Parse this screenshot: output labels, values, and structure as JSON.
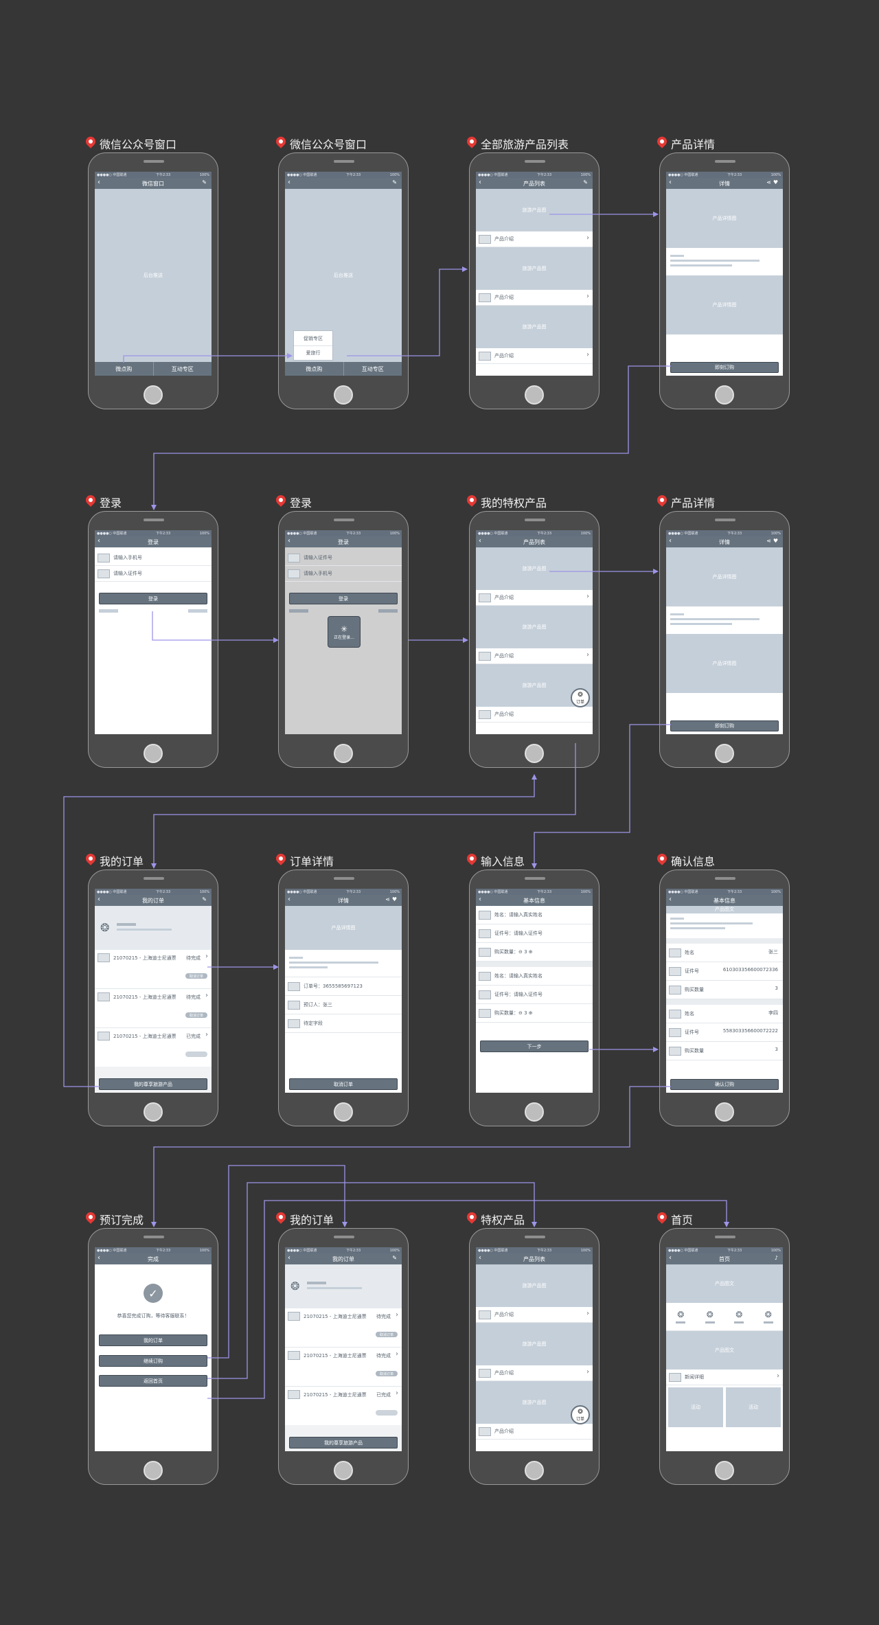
{
  "screens": {
    "s1": {
      "label": "微信公众号窗口",
      "status": {
        "carrier": "●●●●○ 中国联通",
        "time": "下午2:33",
        "battery": "100%"
      },
      "nav_title": "微信窗口",
      "main_text": "后台推送",
      "tabs": [
        "微点购",
        "互动专区"
      ]
    },
    "s2": {
      "label": "微信公众号窗口",
      "status": {
        "carrier": "●●●●○ 中国联通",
        "time": "下午2:33",
        "battery": "100%"
      },
      "main_text": "后台推送",
      "popup": [
        "促销专区",
        "爱旅行"
      ],
      "tabs": [
        "微点购",
        "互动专区"
      ]
    },
    "s3": {
      "label": "全部旅游产品列表",
      "status": {
        "carrier": "●●●●○ 中国联通",
        "time": "下午2:33",
        "battery": "100%"
      },
      "nav_title": "产品列表",
      "ph": "旅游产品图",
      "row": "产品介绍"
    },
    "s4": {
      "label": "产品详情",
      "status": {
        "carrier": "●●●●○ 中国联通",
        "time": "下午2:33",
        "battery": "100%"
      },
      "nav_title": "详情",
      "ph": "产品详情图",
      "btn": "即刻订购"
    },
    "s5": {
      "label": "登录",
      "status": {
        "carrier": "●●●●○ 中国联通",
        "time": "下午2:33",
        "battery": "100%"
      },
      "nav_title": "登录",
      "field1": "请输入手机号",
      "field2": "请输入证件号",
      "btn": "登录"
    },
    "s6": {
      "label": "登录",
      "status": {
        "carrier": "●●●●○ 中国联通",
        "time": "下午2:33",
        "battery": "100%"
      },
      "nav_title": "登录",
      "field1": "请输入证件号",
      "field2": "请输入手机号",
      "btn": "登录",
      "loading": "正在登录..."
    },
    "s7": {
      "label": "我的特权产品",
      "status": {
        "carrier": "●●●●○ 中国联通",
        "time": "下午2:33",
        "battery": "100%"
      },
      "nav_title": "产品列表",
      "ph": "旅游产品图",
      "row": "产品介绍",
      "float": "订单"
    },
    "s8": {
      "label": "产品详情",
      "status": {
        "carrier": "●●●●○ 中国联通",
        "time": "下午2:33",
        "battery": "100%"
      },
      "nav_title": "详情",
      "ph": "产品详情图",
      "btn": "即刻订购"
    },
    "s9": {
      "label": "我的订单",
      "status": {
        "carrier": "●●●●○ 中国联通",
        "time": "下午2:33",
        "battery": "100%"
      },
      "nav_title": "我的订单",
      "order": "21070215 - 上海迪士尼通票",
      "statuses": [
        "待完成",
        "待完成",
        "已完成"
      ],
      "pill": "取消订单",
      "btn": "我的尊享旅游产品"
    },
    "s10": {
      "label": "订单详情",
      "status": {
        "carrier": "●●●●○ 中国联通",
        "time": "下午2:33",
        "battery": "100%"
      },
      "nav_title": "详情",
      "ph": "产品详情图",
      "rows": [
        "订单号：3655585697123",
        "预订人：张三",
        "待定字段"
      ],
      "btn": "取消订单"
    },
    "s11": {
      "label": "输入信息",
      "status": {
        "carrier": "●●●●○ 中国联通",
        "time": "下午2:33",
        "battery": "100%"
      },
      "nav_title": "基本信息",
      "rows": [
        "姓名：请输入真实姓名",
        "证件号：请输入证件号",
        "购买数量：⊖ 3 ⊕"
      ],
      "btn": "下一步"
    },
    "s12": {
      "label": "确认信息",
      "status": {
        "carrier": "●●●●○ 中国联通",
        "time": "下午2:33",
        "battery": "100%"
      },
      "nav_title": "基本信息",
      "head": "产品图文",
      "rows1": [
        [
          "姓名",
          "张三"
        ],
        [
          "证件号",
          "610303356600072336"
        ],
        [
          "购买数量",
          "3"
        ]
      ],
      "rows2": [
        [
          "姓名",
          "李四"
        ],
        [
          "证件号",
          "558303356600072222"
        ],
        [
          "购买数量",
          "3"
        ]
      ],
      "btn": "确认订购"
    },
    "s13": {
      "label": "预订完成",
      "status": {
        "carrier": "●●●●○ 中国联通",
        "time": "下午2:33",
        "battery": "100%"
      },
      "nav_title": "完成",
      "message": "恭喜您完成订购，等待客服联系！",
      "btns": [
        "我的订单",
        "继续订购",
        "返回首页"
      ]
    },
    "s14": {
      "label": "我的订单",
      "status": {
        "carrier": "●●●●○ 中国联通",
        "time": "下午2:33",
        "battery": "100%"
      },
      "nav_title": "我的订单",
      "order": "21070215 - 上海迪士尼通票",
      "statuses": [
        "待完成",
        "待完成",
        "已完成"
      ],
      "pill": "取消订单",
      "btn": "我的尊享旅游产品"
    },
    "s15": {
      "label": "特权产品",
      "status": {
        "carrier": "●●●●○ 中国联通",
        "time": "下午2:33",
        "battery": "100%"
      },
      "nav_title": "产品列表",
      "ph": "旅游产品图",
      "row": "产品介绍",
      "float": "订单"
    },
    "s16": {
      "label": "首页",
      "status": {
        "carrier": "●●●●○ 中国联通",
        "time": "下午2:33",
        "battery": "100%"
      },
      "nav_title": "首页",
      "ph1": "产品图文",
      "ph2": "产品图文",
      "row": "新闻详细",
      "tiles": [
        "活动",
        "活动"
      ]
    }
  },
  "colors": {
    "background": "#363636",
    "phone": "#4b4b4b",
    "navbar": "#66737f",
    "placeholder": "#c5cfd9",
    "arrow": "#9d95e8",
    "pin": "#e53935"
  }
}
